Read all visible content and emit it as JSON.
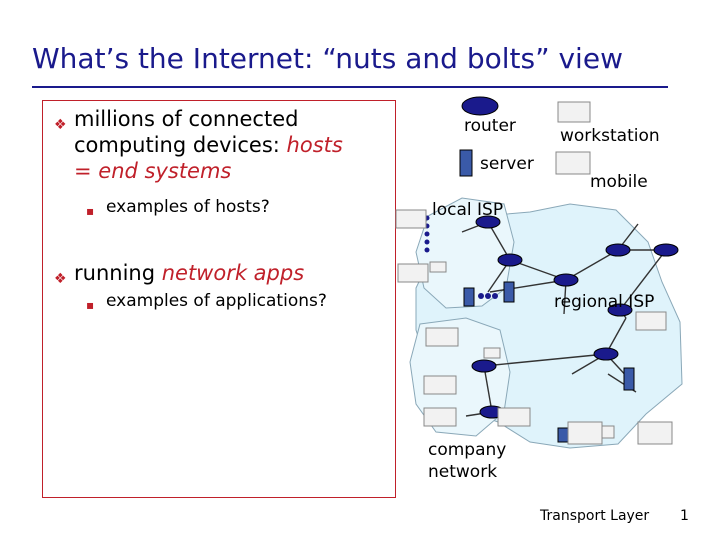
{
  "title": "What’s the Internet: “nuts and bolts” view",
  "bullets": [
    {
      "text_a": "millions of connected",
      "text_b": "computing devices: ",
      "highlight": "hosts",
      "text_c": "= end systems",
      "sub": "examples of hosts?"
    },
    {
      "text_a": "running ",
      "highlight": "network apps",
      "sub": "examples of applications?"
    }
  ],
  "legend": {
    "router": "router",
    "server": "server",
    "workstation": "workstation",
    "mobile": "mobile"
  },
  "network_labels": {
    "local_isp": "local ISP",
    "regional_isp": "regional ISP",
    "company_1": "company",
    "company_2": "network"
  },
  "colors": {
    "title": "#1a1a8c",
    "highlight": "#c0202a",
    "region_fill": "#dff3fb",
    "region_stroke": "#8aa8b8",
    "router": "#1a1a8c",
    "link": "#333333"
  },
  "footer": {
    "course": "Transport Layer",
    "page": "1"
  }
}
